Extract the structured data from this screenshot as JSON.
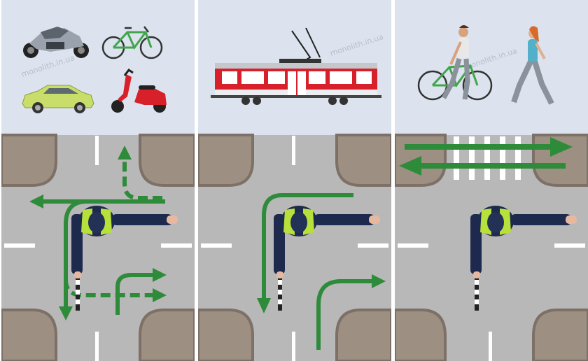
{
  "watermark": "monolith.in.ua",
  "colors": {
    "arrow": "#2e8b3a",
    "road": "#b8b8b8",
    "corner": "#9d8f82",
    "top_bg": "#dde3ee",
    "marking": "#ffffff",
    "uniform": "#1d2a4d",
    "vest": "#b7e03a",
    "tram_red": "#d8202a"
  },
  "panels": [
    {
      "id": "vehicles",
      "icons": [
        "motorcycle-icon",
        "bicycle-icon",
        "car-icon",
        "scooter-icon"
      ],
      "arrows": [
        "straight-dashed",
        "left",
        "right",
        "right-dashed",
        "down-left"
      ]
    },
    {
      "id": "tram",
      "icons": [
        "tram-icon"
      ],
      "arrows": [
        "left-down",
        "right"
      ]
    },
    {
      "id": "pedestrians",
      "icons": [
        "cyclist-walking-icon",
        "pedestrian-icon"
      ],
      "arrows": [
        "crossing-right",
        "crossing-left"
      ]
    }
  ]
}
